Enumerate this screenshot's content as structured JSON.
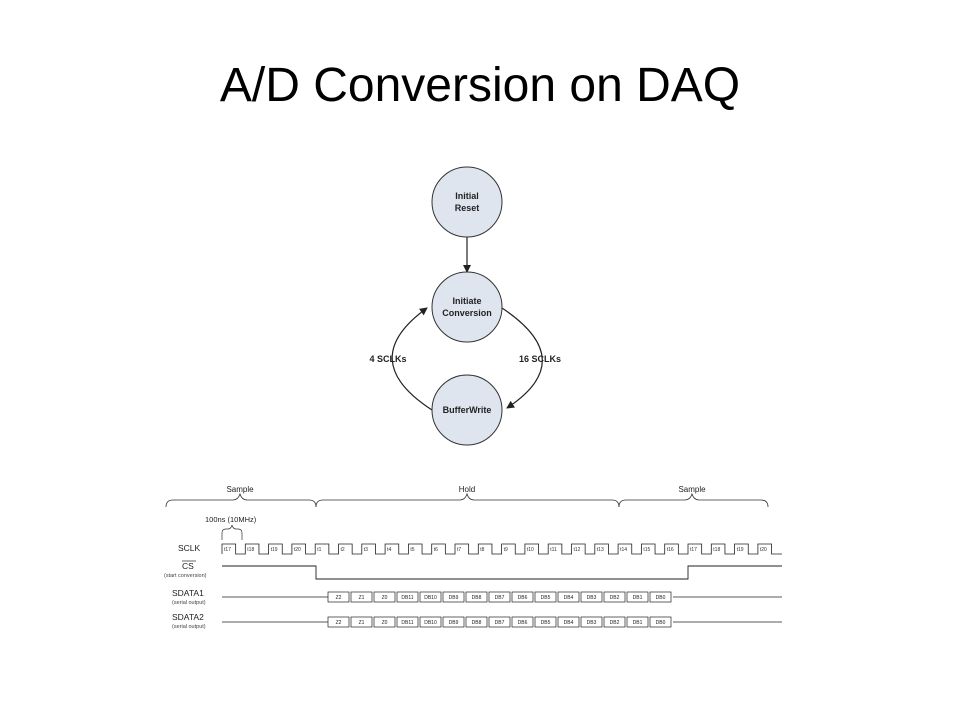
{
  "slide": {
    "title": "A/D Conversion on DAQ"
  },
  "state_diagram": {
    "states": [
      {
        "id": "initial",
        "lines": [
          "Initial",
          "Reset"
        ]
      },
      {
        "id": "initiate",
        "lines": [
          "Initiate",
          "Conversion"
        ]
      },
      {
        "id": "bufferwrite",
        "lines": [
          "BufferWrite"
        ]
      }
    ],
    "transitions": [
      {
        "from": "initial",
        "to": "initiate",
        "label": ""
      },
      {
        "from": "initiate",
        "to": "bufferwrite",
        "label": "16 SCLKs"
      },
      {
        "from": "bufferwrite",
        "to": "initiate",
        "label": "4 SCLKs"
      }
    ]
  },
  "timing_diagram": {
    "phases": [
      "Sample",
      "Hold",
      "Sample"
    ],
    "period_annotation": "100ns (10MHz)",
    "signals": [
      {
        "name": "SCLK",
        "sub": ""
      },
      {
        "name": "CS",
        "sub": "(start conversion)"
      },
      {
        "name": "SDATA1",
        "sub": "(serial output)"
      },
      {
        "name": "SDATA2",
        "sub": "(serial output)"
      }
    ],
    "sclk_ticks": [
      "t17",
      "t18",
      "t19",
      "t20",
      "t1",
      "t2",
      "t3",
      "t4",
      "t5",
      "t6",
      "t7",
      "t8",
      "t9",
      "t10",
      "t11",
      "t12",
      "t13",
      "t14",
      "t15",
      "t16",
      "t17",
      "t18",
      "t19",
      "t20"
    ],
    "data_bits": [
      "Z2",
      "Z1",
      "Z0",
      "DB11",
      "DB10",
      "DB9",
      "DB8",
      "DB7",
      "DB6",
      "DB5",
      "DB4",
      "DB3",
      "DB2",
      "DB1",
      "DB0"
    ]
  },
  "colors": {
    "state_fill": "#dfe5ef",
    "stroke": "#333333"
  }
}
